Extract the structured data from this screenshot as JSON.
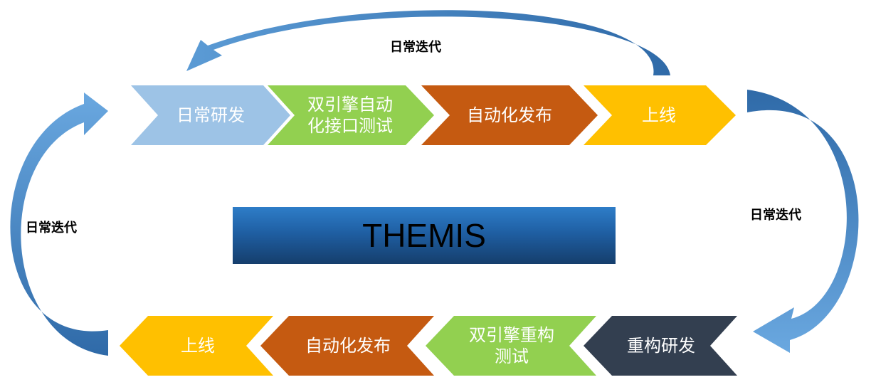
{
  "title": "THEMIS",
  "iteration_label": "日常迭代",
  "top_flow": [
    {
      "label": "日常研发",
      "color": "#9dc3e6"
    },
    {
      "label": "双引擎自动\n化接口测试",
      "color": "#92d050"
    },
    {
      "label": "自动化发布",
      "color": "#c55a11"
    },
    {
      "label": "上线",
      "color": "#ffc000"
    }
  ],
  "bottom_flow": [
    {
      "label": "上线",
      "color": "#ffc000"
    },
    {
      "label": "自动化发布",
      "color": "#c55a11"
    },
    {
      "label": "双引擎重构\n测试",
      "color": "#92d050"
    },
    {
      "label": "重构研发",
      "color": "#333f50"
    }
  ],
  "arrow_color": "#4f8fd0"
}
